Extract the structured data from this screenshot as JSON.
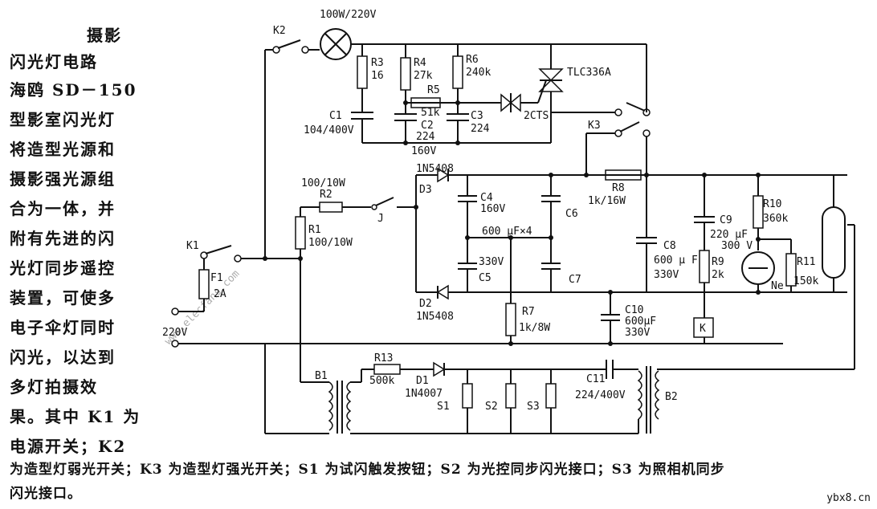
{
  "heading": {
    "line1": "摄影",
    "line2": "闪光灯电路"
  },
  "desc_lines": [
    "海鸥 SD－150",
    "型影室闪光灯",
    "将造型光源和",
    "摄影强光源组",
    "合为一体，并",
    "附有先进的闪",
    "光灯同步遥控",
    "装置，可使多",
    "电子伞灯同时",
    "闪光，以达到",
    "多灯拍摄效",
    "果。其中 K1 为",
    "电源开关；K2"
  ],
  "bottom_lines": [
    "为造型灯弱光开关；K3 为造型灯强光开关；S1 为试闪触发按钮；S2 为光控同步闪光接口；S3 为照相机同步",
    "闪光接口。"
  ],
  "labels": {
    "k2": "K2",
    "lamp": "100W/220V",
    "r3": "R3",
    "r3v": "16",
    "r4": "R4",
    "r4v": "27k",
    "r6": "R6",
    "r6v": "240k",
    "r5": "R5",
    "r5v": "51k",
    "tlc": "TLC336A",
    "cts": "2CTS",
    "c1": "C1",
    "c1v": "104/400V",
    "c2": "C2",
    "c2v": "224",
    "c2v2": "160V",
    "c3": "C3",
    "c3v": "224",
    "k3": "K3",
    "d3m": "1N5408",
    "d3": "D3",
    "r2v": "100/10W",
    "r2": "R2",
    "j": "J",
    "c4": "C4",
    "c4v": "160V",
    "c6": "C6",
    "r8": "R8",
    "r8v": "1k/16W",
    "r1": "R1",
    "r1v": "100/10W",
    "cap_array": "600 μF×4",
    "c5v": "330V",
    "c5": "C5",
    "c7": "C7",
    "c8": "C8",
    "c8v": "600 μ F",
    "c8v2": "330V",
    "c9": "C9",
    "c9v": "220 μF",
    "c9v2": "300 V",
    "r9": "R9",
    "r9v": "2k",
    "r10": "R10",
    "r10v": "360k",
    "r11": "R11",
    "r11v": "150k",
    "ne": "Ne",
    "k1": "K1",
    "f1": "F1",
    "f1v": "2A",
    "mains": "220V",
    "d2": "D2",
    "d2m": "1N5408",
    "r7": "R7",
    "r7v": "1k/8W",
    "c10": "C10",
    "c10v": "600μF",
    "c10v2": "330V",
    "k": "K",
    "r13": "R13",
    "r13v": "500k",
    "d1": "D1",
    "d1m": "1N4007",
    "b1": "B1",
    "c11": "C11",
    "c11v": "224/400V",
    "b2": "B2",
    "s1": "S1",
    "s2": "S2",
    "s3": "S3"
  },
  "watermark": "www.elecfans.com",
  "brand": "ybx8.cn"
}
